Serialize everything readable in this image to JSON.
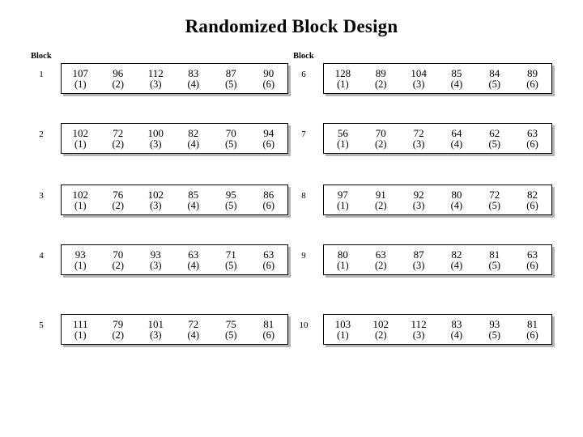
{
  "slide": {
    "title": "Randomized Block Design",
    "block_header_label": "Block"
  },
  "chart_data": {
    "type": "table",
    "title": "Randomized Block Design",
    "row_label": "Block",
    "treatment_labels": [
      "(1)",
      "(2)",
      "(3)",
      "(4)",
      "(5)",
      "(6)"
    ],
    "columns": [
      {
        "side": "left",
        "header": "Block",
        "blocks": [
          {
            "block": "1",
            "values": [
              "107",
              "96",
              "112",
              "83",
              "87",
              "90"
            ]
          },
          {
            "block": "2",
            "values": [
              "102",
              "72",
              "100",
              "82",
              "70",
              "94"
            ]
          },
          {
            "block": "3",
            "values": [
              "102",
              "76",
              "102",
              "85",
              "95",
              "86"
            ]
          },
          {
            "block": "4",
            "values": [
              "93",
              "70",
              "93",
              "63",
              "71",
              "63"
            ]
          },
          {
            "block": "5",
            "values": [
              "111",
              "79",
              "101",
              "72",
              "75",
              "81"
            ]
          }
        ]
      },
      {
        "side": "right",
        "header": "Block",
        "blocks": [
          {
            "block": "6",
            "values": [
              "128",
              "89",
              "104",
              "85",
              "84",
              "89"
            ]
          },
          {
            "block": "7",
            "values": [
              "56",
              "70",
              "72",
              "64",
              "62",
              "63"
            ]
          },
          {
            "block": "8",
            "values": [
              "97",
              "91",
              "92",
              "80",
              "72",
              "82"
            ]
          },
          {
            "block": "9",
            "values": [
              "80",
              "63",
              "87",
              "82",
              "81",
              "63"
            ]
          },
          {
            "block": "10",
            "values": [
              "103",
              "102",
              "112",
              "83",
              "93",
              "81"
            ]
          }
        ]
      }
    ]
  },
  "layout": {
    "row_tops": [
      78,
      152,
      228,
      302,
      388
    ]
  },
  "colors": {
    "text": "#000000",
    "background": "#ffffff",
    "box_border": "#000000",
    "box_shadow": "#787878"
  }
}
